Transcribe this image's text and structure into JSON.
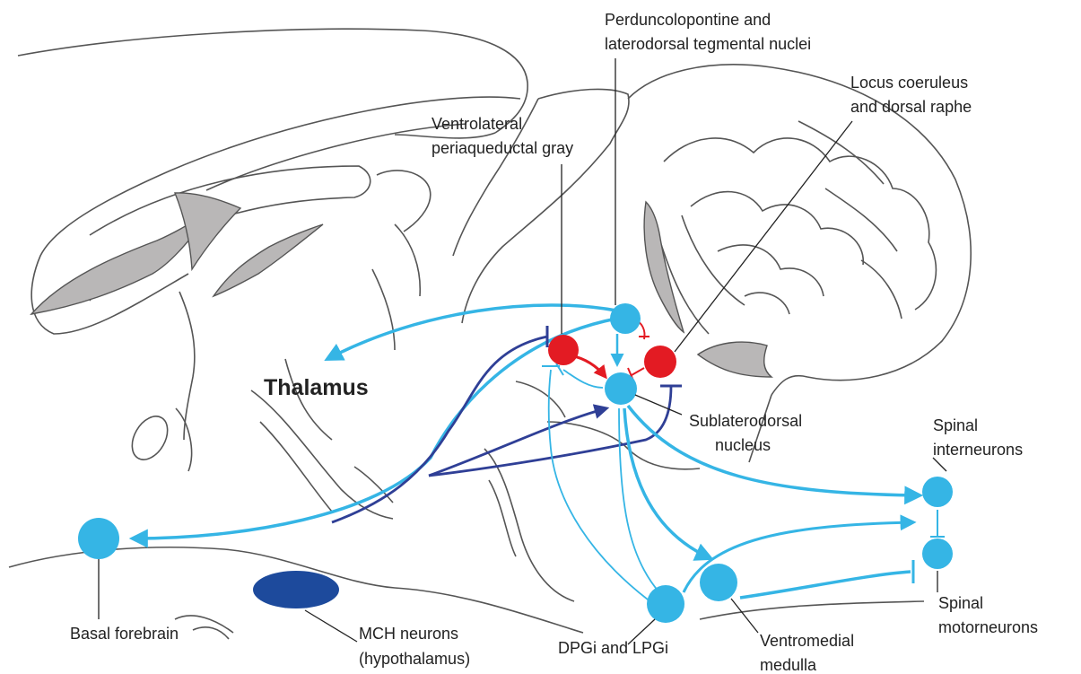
{
  "colors": {
    "excitatory": "#35b5e5",
    "inhibitory": "#e31b23",
    "mch": "#1d4a9c",
    "mch_projection": "#2f3f96",
    "outline": "#555555",
    "ventricle": "#b9b7b7"
  },
  "labels": {
    "thalamus": "Thalamus",
    "ppt_ldt_line1": "Perduncolopontine and",
    "ppt_ldt_line2": "laterodorsal tegmental nuclei",
    "lc_dr_line1": "Locus coeruleus",
    "lc_dr_line2": "and dorsal raphe",
    "vlpag_line1": "Ventrolateral",
    "vlpag_line2": "periaqueductal gray",
    "sld_line1": "Sublaterodorsal",
    "sld_line2": "nucleus",
    "spinal_inter_line1": "Spinal",
    "spinal_inter_line2": "interneurons",
    "spinal_motor_line1": "Spinal",
    "spinal_motor_line2": "motorneurons",
    "basal_forebrain": "Basal forebrain",
    "mch_line1": "MCH neurons",
    "mch_line2": "(hypothalamus)",
    "dpgi": "DPGi and LPGi",
    "vm_line1": "Ventromedial",
    "vm_line2": "medulla"
  }
}
